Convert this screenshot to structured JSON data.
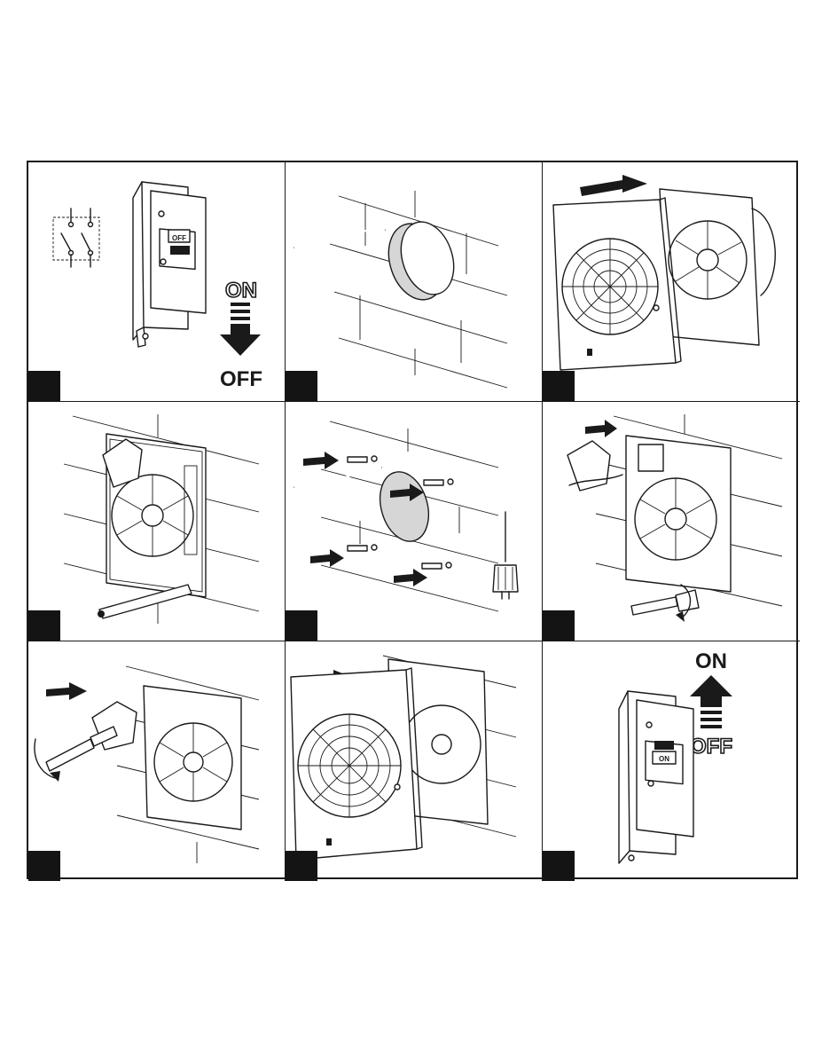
{
  "steps": [
    {
      "id": 1,
      "on_label": "ON",
      "off_label": "OFF",
      "switch_label": "OFF"
    },
    {
      "id": 2
    },
    {
      "id": 3
    },
    {
      "id": 4
    },
    {
      "id": 5
    },
    {
      "id": 6
    },
    {
      "id": 7
    },
    {
      "id": 8
    },
    {
      "id": 9,
      "on_label": "ON",
      "off_label": "OFF",
      "switch_label": "ON"
    }
  ],
  "colors": {
    "ink": "#1a1a1a",
    "step_marker": "#141414",
    "tube_fill": "#d6d6d6"
  }
}
